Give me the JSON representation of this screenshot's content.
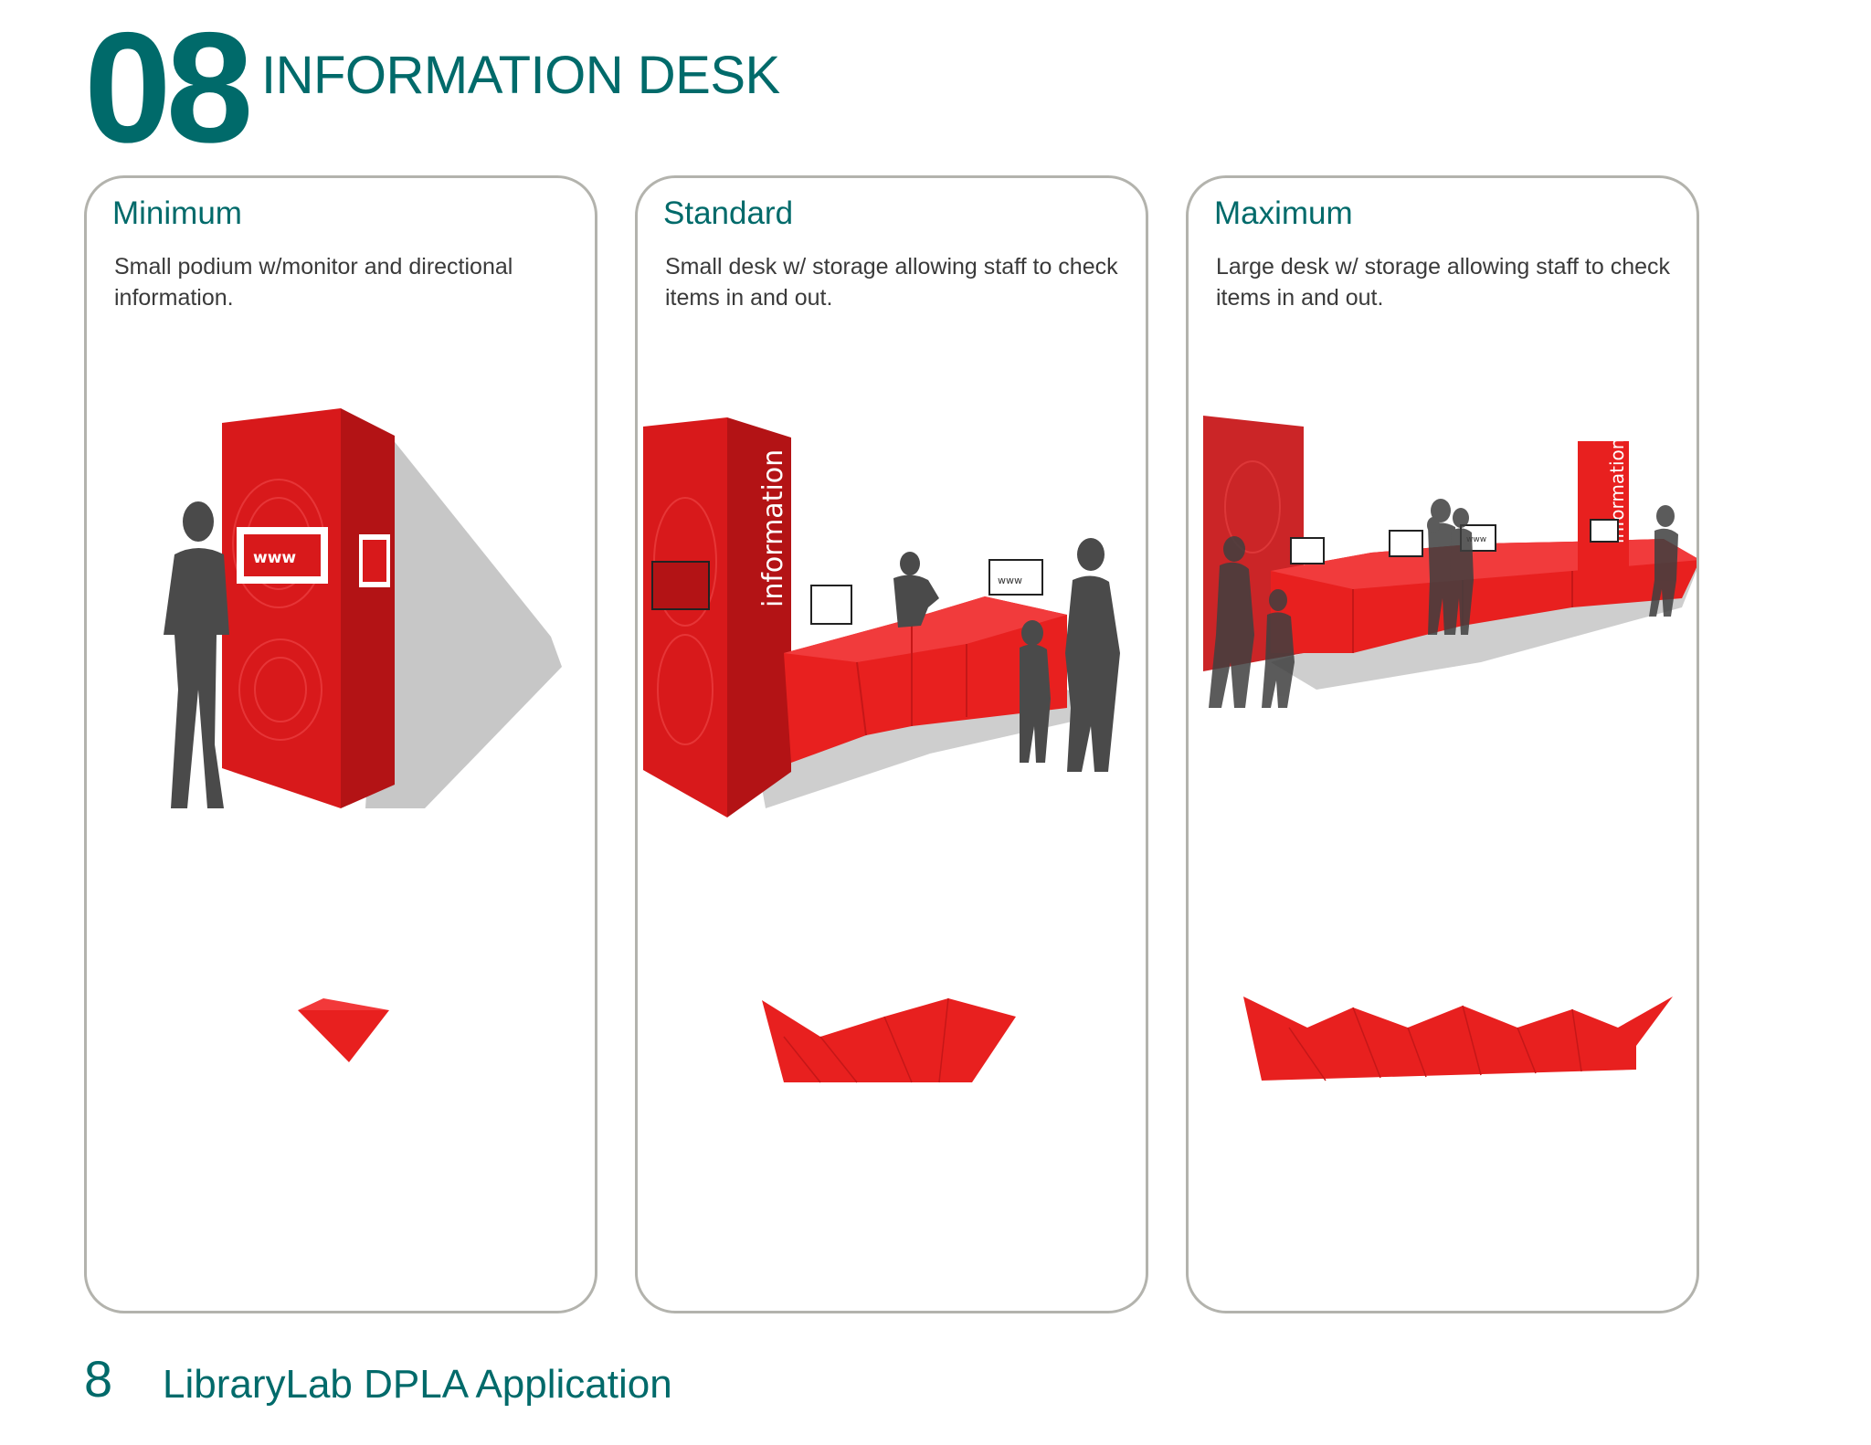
{
  "header": {
    "section_number": "08",
    "section_title": "INFORMATION DESK"
  },
  "panels": [
    {
      "heading": "Minimum",
      "description": "Small podium w/monitor and directional information.",
      "screen_text": "www"
    },
    {
      "heading": "Standard",
      "description": "Small desk w/ storage allowing staff to check items in and out.",
      "screen_text": "www",
      "sign_text": "information"
    },
    {
      "heading": "Maximum",
      "description": "Large desk w/ storage allowing staff to check items in and out.",
      "screen_text": "www",
      "sign_text": "information"
    }
  ],
  "footer": {
    "page_number": "8",
    "document_title": "LibraryLab DPLA Application"
  },
  "colors": {
    "teal": "#006a6a",
    "desk_red": "#e8201f",
    "panel_border": "#b3b3ad",
    "silhouette": "#4a4a4a"
  }
}
